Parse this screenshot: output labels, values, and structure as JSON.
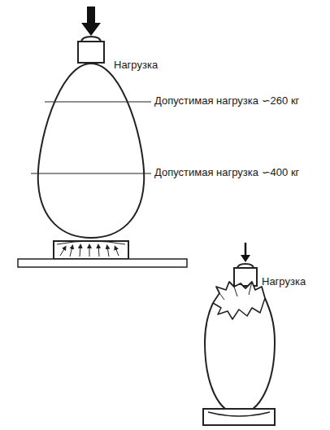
{
  "diagram": {
    "labels": [
      "Нагрузка",
      "Допустимая нагрузка ∽260 кг",
      "Допустимая нагрузка ∽400 кг",
      "Нагрузка"
    ]
  }
}
